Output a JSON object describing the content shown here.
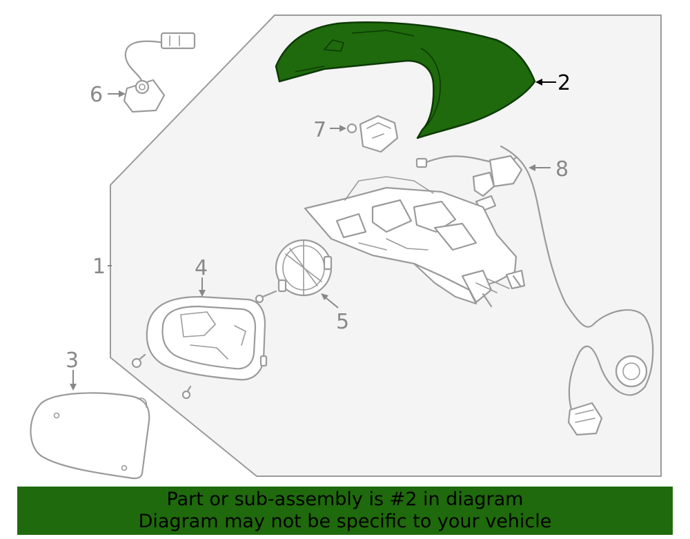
{
  "diagram": {
    "callouts": {
      "c1": "1",
      "c2": "2",
      "c3": "3",
      "c4": "4",
      "c5": "5",
      "c6": "6",
      "c7": "7",
      "c8": "8"
    },
    "highlighted_part": "2",
    "colors": {
      "highlight_fill": "#1f6a0c",
      "assembly_panel": "#f4f4f4",
      "line_art": "#9a9a9a",
      "callout_text": "#888888",
      "banner_background": "#1f6a0c"
    }
  },
  "banner": {
    "line1": "Part or sub-assembly is #2 in diagram",
    "line2": "Diagram may not be specific to your vehicle"
  }
}
